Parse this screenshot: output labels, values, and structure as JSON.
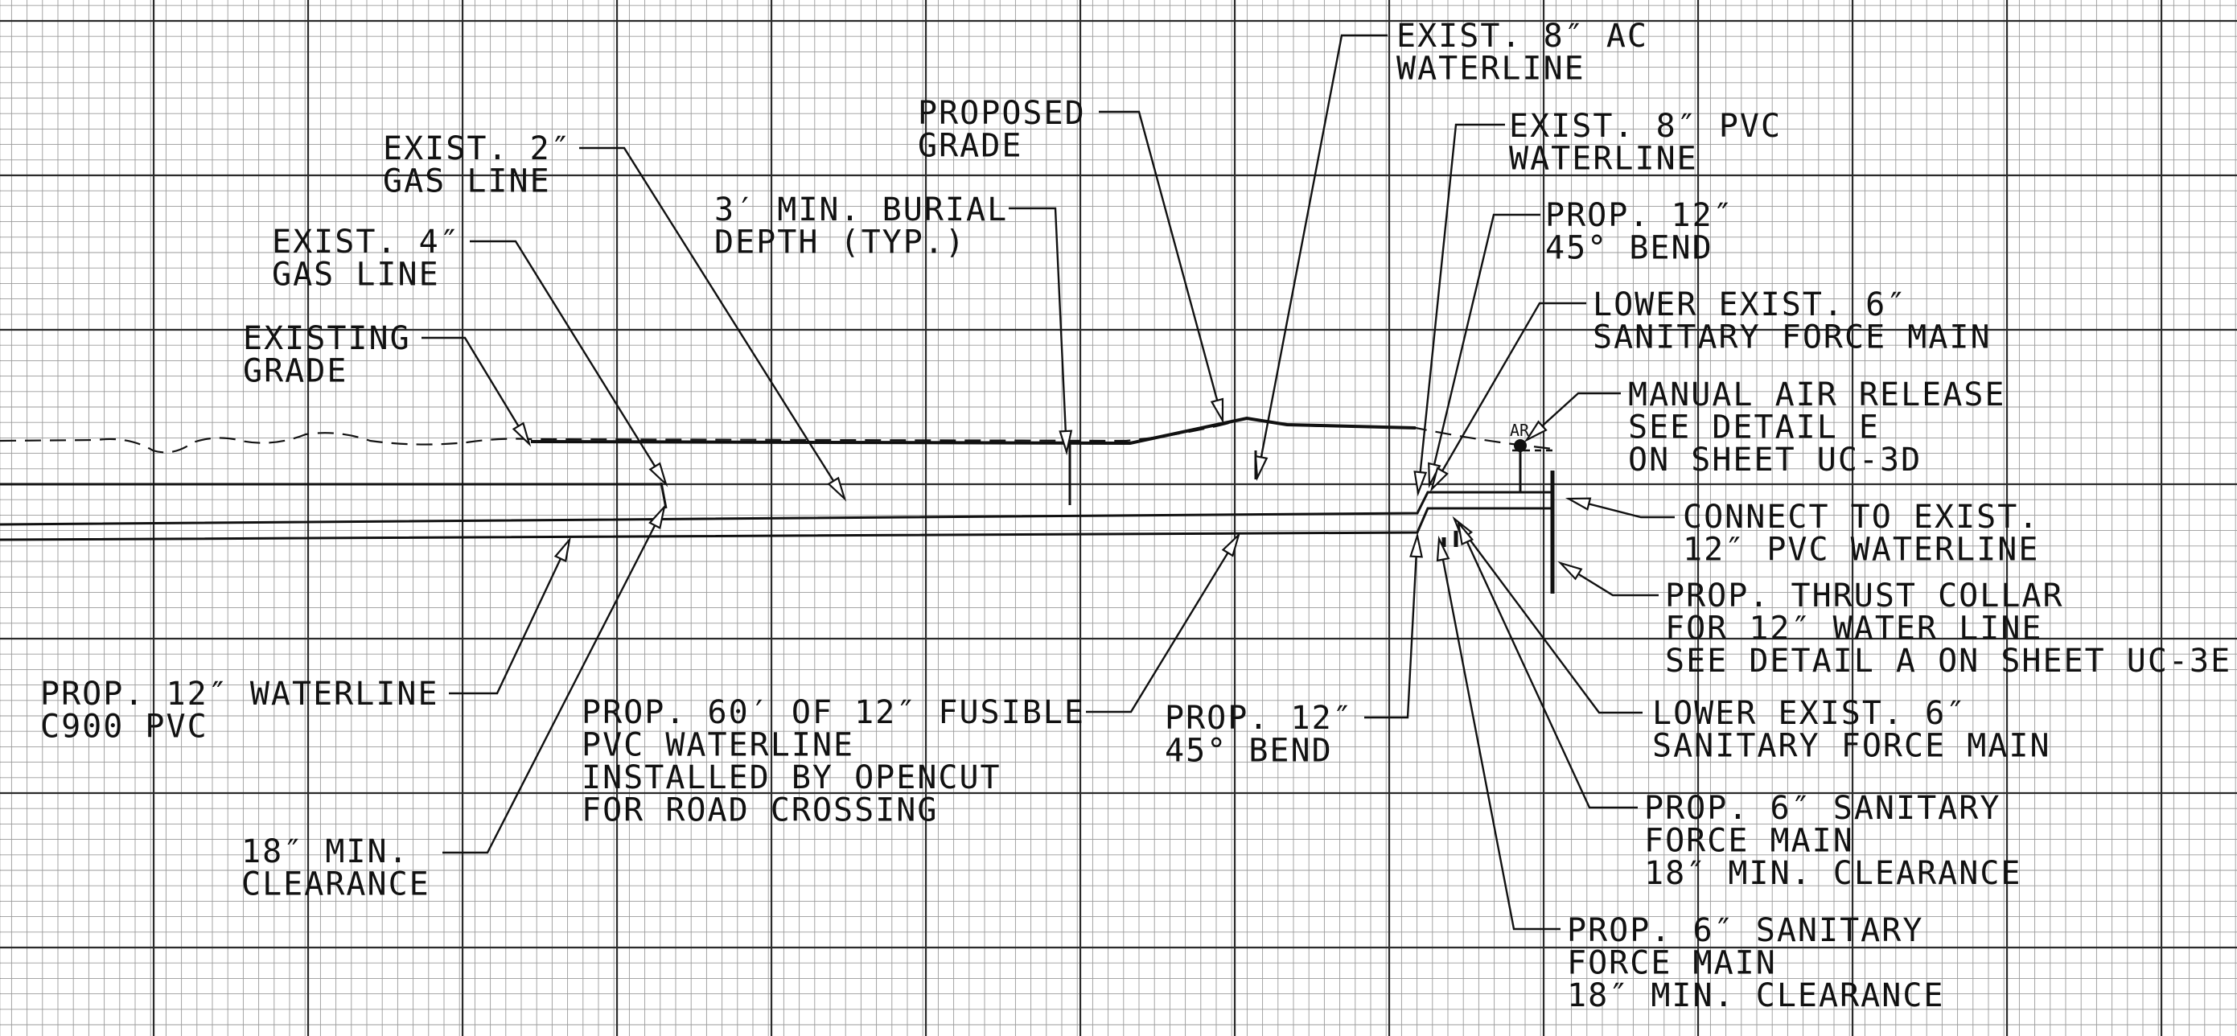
{
  "labels": {
    "exist_8_ac": [
      "EXIST. 8″ AC",
      "WATERLINE"
    ],
    "exist_8_pvc": [
      "EXIST. 8″ PVC",
      "WATERLINE"
    ],
    "proposed_grade": [
      "PROPOSED",
      "GRADE"
    ],
    "exist_2_gas": [
      "EXIST. 2″",
      "GAS LINE"
    ],
    "burial_depth": [
      "3′ MIN. BURIAL",
      "DEPTH (TYP.)"
    ],
    "exist_4_gas": [
      "EXIST. 4″",
      "GAS LINE"
    ],
    "existing_grade": [
      "EXISTING",
      "GRADE"
    ],
    "prop_45_bend_top": [
      "PROP. 12″",
      "45° BEND"
    ],
    "lower_sfm_top": [
      "LOWER EXIST. 6″",
      "SANITARY FORCE MAIN"
    ],
    "air_release": [
      "MANUAL AIR RELEASE",
      "SEE DETAIL E",
      "ON SHEET UC-3D"
    ],
    "connect_exist": [
      "CONNECT TO EXIST.",
      "12″ PVC WATERLINE"
    ],
    "thrust_collar": [
      "PROP. THRUST COLLAR",
      "FOR 12″ WATER LINE",
      "SEE DETAIL A ON SHEET UC-3E"
    ],
    "prop_waterline": [
      "PROP. 12″ WATERLINE",
      "C900 PVC"
    ],
    "fusible": [
      "PROP. 60′ OF 12″ FUSIBLE",
      "PVC WATERLINE",
      "INSTALLED BY OPENCUT",
      "FOR ROAD CROSSING"
    ],
    "prop_45_bend_bottom": [
      "PROP. 12″",
      "45° BEND"
    ],
    "lower_sfm_bottom": [
      "LOWER EXIST. 6″",
      "SANITARY FORCE MAIN"
    ],
    "min_clearance_18": [
      "18″ MIN.",
      "CLEARANCE"
    ],
    "prop_6_sfm_1": [
      "PROP. 6″ SANITARY",
      "FORCE MAIN",
      "18″ MIN. CLEARANCE"
    ],
    "prop_6_sfm_2": [
      "PROP. 6″ SANITARY",
      "FORCE MAIN",
      "18″ MIN. CLEARANCE"
    ]
  },
  "symbols": {
    "air_release_tag": "AR"
  },
  "colors": {
    "ink": "#111111",
    "grid_major": "#2a2a2a",
    "grid_minor": "#9a9a9a",
    "paper": "#ffffff"
  }
}
